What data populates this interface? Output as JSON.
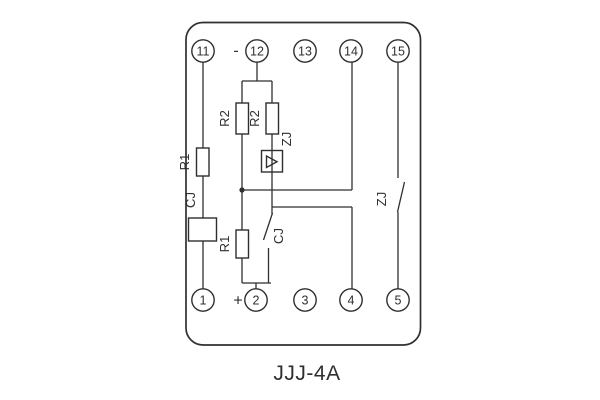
{
  "diagram": {
    "caption": "JJJ-4A",
    "terminals": {
      "top": [
        {
          "id": "11"
        },
        {
          "id": "12"
        },
        {
          "id": "13"
        },
        {
          "id": "14"
        },
        {
          "id": "15"
        }
      ],
      "bottom": [
        {
          "id": "1"
        },
        {
          "id": "2"
        },
        {
          "id": "3"
        },
        {
          "id": "4"
        },
        {
          "id": "5"
        }
      ]
    },
    "polarity": {
      "minus": "-",
      "plus": "+"
    },
    "component_labels": {
      "r1_upper": "R1",
      "cj_coil": "CJ",
      "r2_left": "R2",
      "r2_right": "R2",
      "r1_lower": "R1",
      "zj_element": "ZJ",
      "cj_contact": "CJ",
      "zj_contact": "ZJ"
    },
    "colors": {
      "line": "#2f2f2f",
      "background": "#ffffff",
      "text": "#2f2f2f"
    }
  }
}
